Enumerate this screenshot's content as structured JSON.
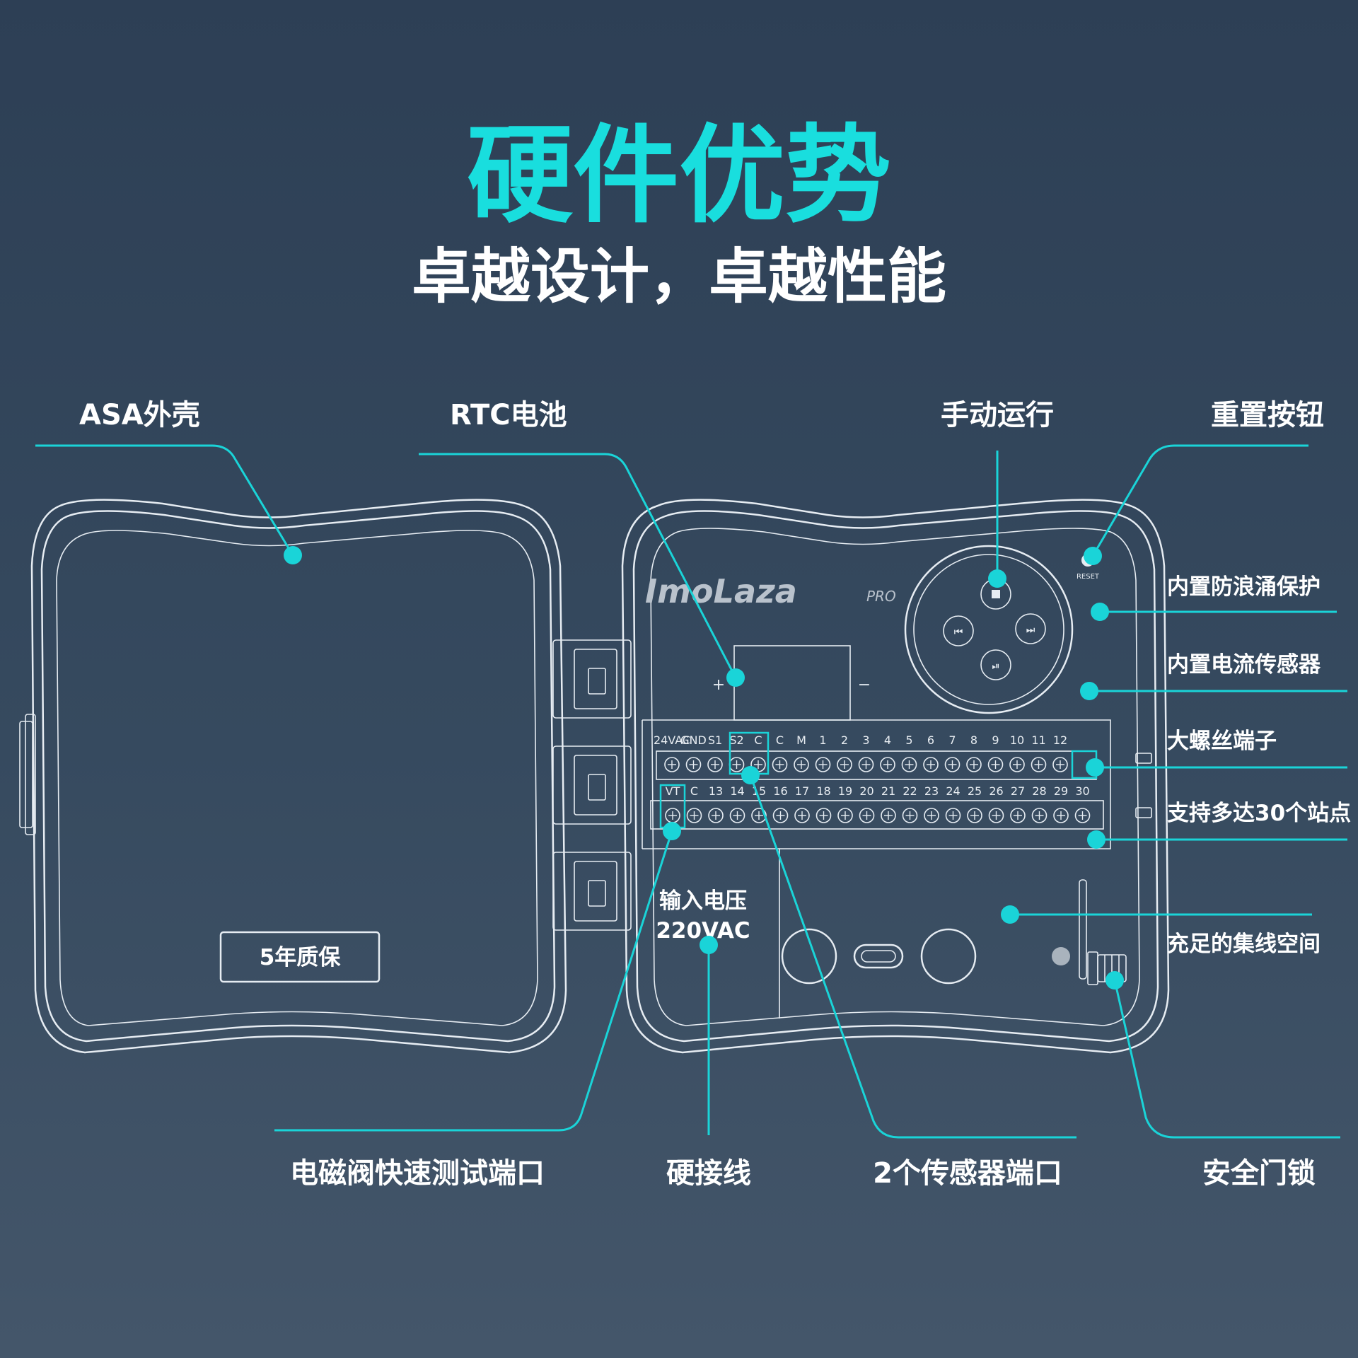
{
  "header": {
    "title": "硬件优势",
    "subtitle": "卓越设计，卓越性能"
  },
  "device": {
    "brand": "ImoLaza",
    "brand_suffix": "PRO",
    "reset_label": "RESET",
    "warranty_label": "5年质保",
    "input_voltage_line1": "输入电压",
    "input_voltage_line2": "220VAC",
    "terminals_top": [
      "24VAC",
      "GND",
      "S1",
      "S2",
      "C",
      "C",
      "M",
      "1",
      "2",
      "3",
      "4",
      "5",
      "6",
      "7",
      "8",
      "9",
      "10",
      "11",
      "12"
    ],
    "terminals_bottom": [
      "VT",
      "C",
      "13",
      "14",
      "15",
      "16",
      "17",
      "18",
      "19",
      "20",
      "21",
      "22",
      "23",
      "24",
      "25",
      "26",
      "27",
      "28",
      "29",
      "30"
    ]
  },
  "callouts": {
    "asa_shell": "ASA外壳",
    "rtc_battery": "RTC电池",
    "manual_run": "手动运行",
    "reset_button": "重置按钮",
    "surge_protection": "内置防浪涌保护",
    "current_sensor": "内置电流传感器",
    "big_screw_terminal": "大螺丝端子",
    "stations": "支持多达30个站点",
    "wiring_space": "充足的集线空间",
    "valve_test_port": "电磁阀快速测试端口",
    "hardwire": "硬接线",
    "sensor_ports": "2个传感器端口",
    "safety_lock": "安全门锁"
  },
  "colors": {
    "accent": "#1ad4d8",
    "title": "#19dede",
    "outline": "#e6ecf2"
  }
}
